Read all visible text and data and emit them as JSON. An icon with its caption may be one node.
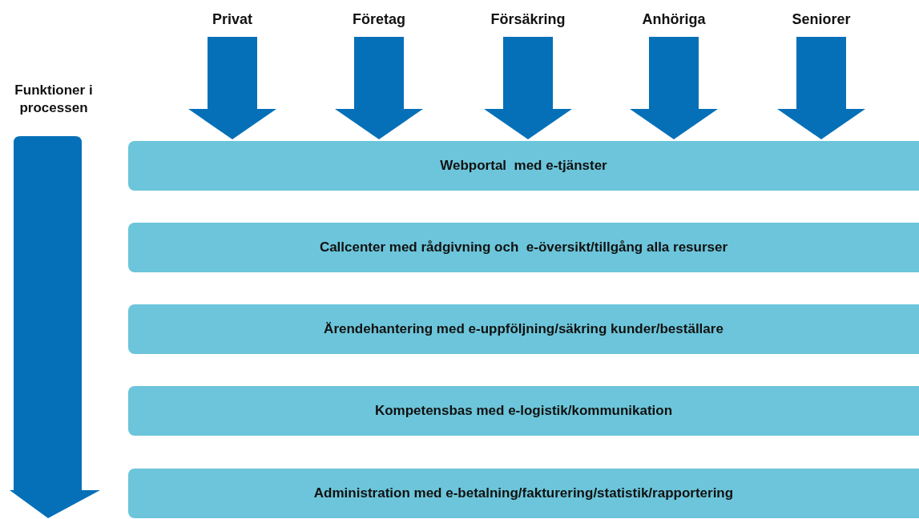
{
  "diagram": {
    "nodes": [
      {
        "text": [
          "Webportal  med e-tjänster"
        ]
      },
      {
        "text": [
          "Callcenter med rådgivning och  e-översikt/tillgång alla resurser"
        ]
      },
      {
        "text": [
          "Ärendehantering med e-uppföljning/säkring kunder/beställare"
        ]
      },
      {
        "text": [
          "Kompetensbas med e-logistik/kommunikation"
        ]
      },
      {
        "text": [
          "Administration med e-betalning/fakturering/statistik/rapportering"
        ]
      },
      {
        "text": [
          "Privat"
        ]
      },
      {
        "text": [
          "Företag"
        ]
      },
      {
        "text": [
          "Försäkring"
        ]
      },
      {
        "text": [
          "Anhöriga"
        ]
      },
      {
        "text": [
          "Seniorer"
        ]
      }
    ],
    "edges": [
      {
        "from": 5,
        "to": 0,
        "arrow": "to"
      },
      {
        "from": 6,
        "to": 0,
        "arrow": "to"
      },
      {
        "from": 7,
        "to": 0,
        "arrow": "to"
      },
      {
        "from": 8,
        "to": 0,
        "arrow": "to"
      },
      {
        "from": 9,
        "to": 0,
        "arrow": "to"
      }
    ],
    "labels": [
      "Funktioner i processen"
    ]
  }
}
